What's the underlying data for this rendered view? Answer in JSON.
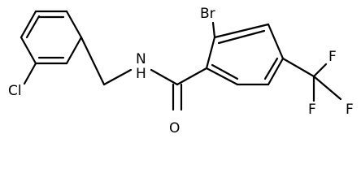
{
  "molecule": {
    "atom_labels": {
      "cl": "Cl",
      "br": "Br",
      "nh": "N\nH",
      "o": "O",
      "f_top": "F",
      "f_right": "F",
      "f_bottom": "F"
    },
    "line_color": "#000000",
    "background": "#ffffff"
  }
}
